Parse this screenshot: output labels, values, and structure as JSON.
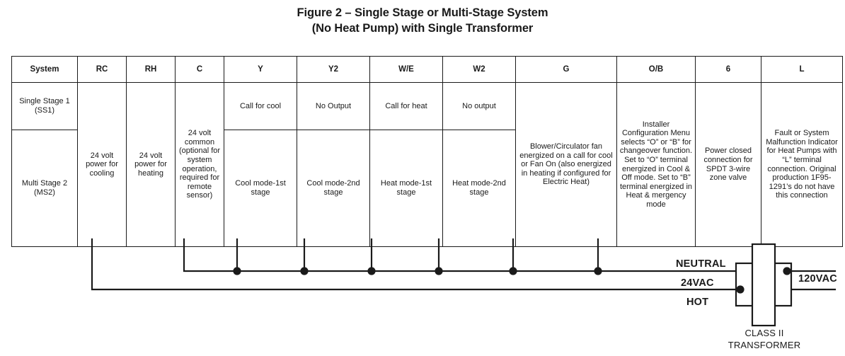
{
  "title": {
    "line1": "Figure 2 – Single Stage or Multi-Stage System",
    "line2": "(No Heat Pump) with Single Transformer"
  },
  "table": {
    "headers": [
      "System",
      "RC",
      "RH",
      "C",
      "Y",
      "Y2",
      "W/E",
      "W2",
      "G",
      "O/B",
      "6",
      "L"
    ],
    "rows": [
      {
        "system": "Single Stage 1 (SS1)",
        "y": "Call for cool",
        "y2": "No Output",
        "we": "Call for heat",
        "w2": "No output"
      },
      {
        "system": "Multi Stage 2 (MS2)",
        "y": "Cool mode-1st stage",
        "y2": "Cool mode-2nd stage",
        "we": "Heat mode-1st stage",
        "w2": "Heat mode-2nd stage"
      }
    ],
    "merged": {
      "rc": "24 volt power for cooling",
      "rh": "24 volt power for heating",
      "c": "24 volt common (optional for system operation, required for remote sensor)",
      "g": "Blower/Circulator fan energized on a call for cool or Fan On (also energized in heating if configured for Electric Heat)",
      "ob": "Installer Configuration Menu selects “O” or “B” for changeover function. Set to “O” terminal energized in Cool & Off mode. Set to “B” terminal energized in Heat & mergency mode",
      "six": "Power closed connection for SPDT 3-wire zone valve",
      "l": "Fault or System Malfunction Indicator for Heat Pumps with “L” terminal connection. Original production 1F95-1291’s do not have this connection"
    }
  },
  "wiring": {
    "neutral_label": "NEUTRAL",
    "secondary_voltage_label": "24VAC",
    "hot_label": "HOT",
    "primary_voltage_label": "120VAC",
    "transformer_caption_line1": "CLASS II",
    "transformer_caption_line2": "TRANSFORMER"
  },
  "colors": {
    "line": "#1a1a1a",
    "background": "#ffffff"
  }
}
